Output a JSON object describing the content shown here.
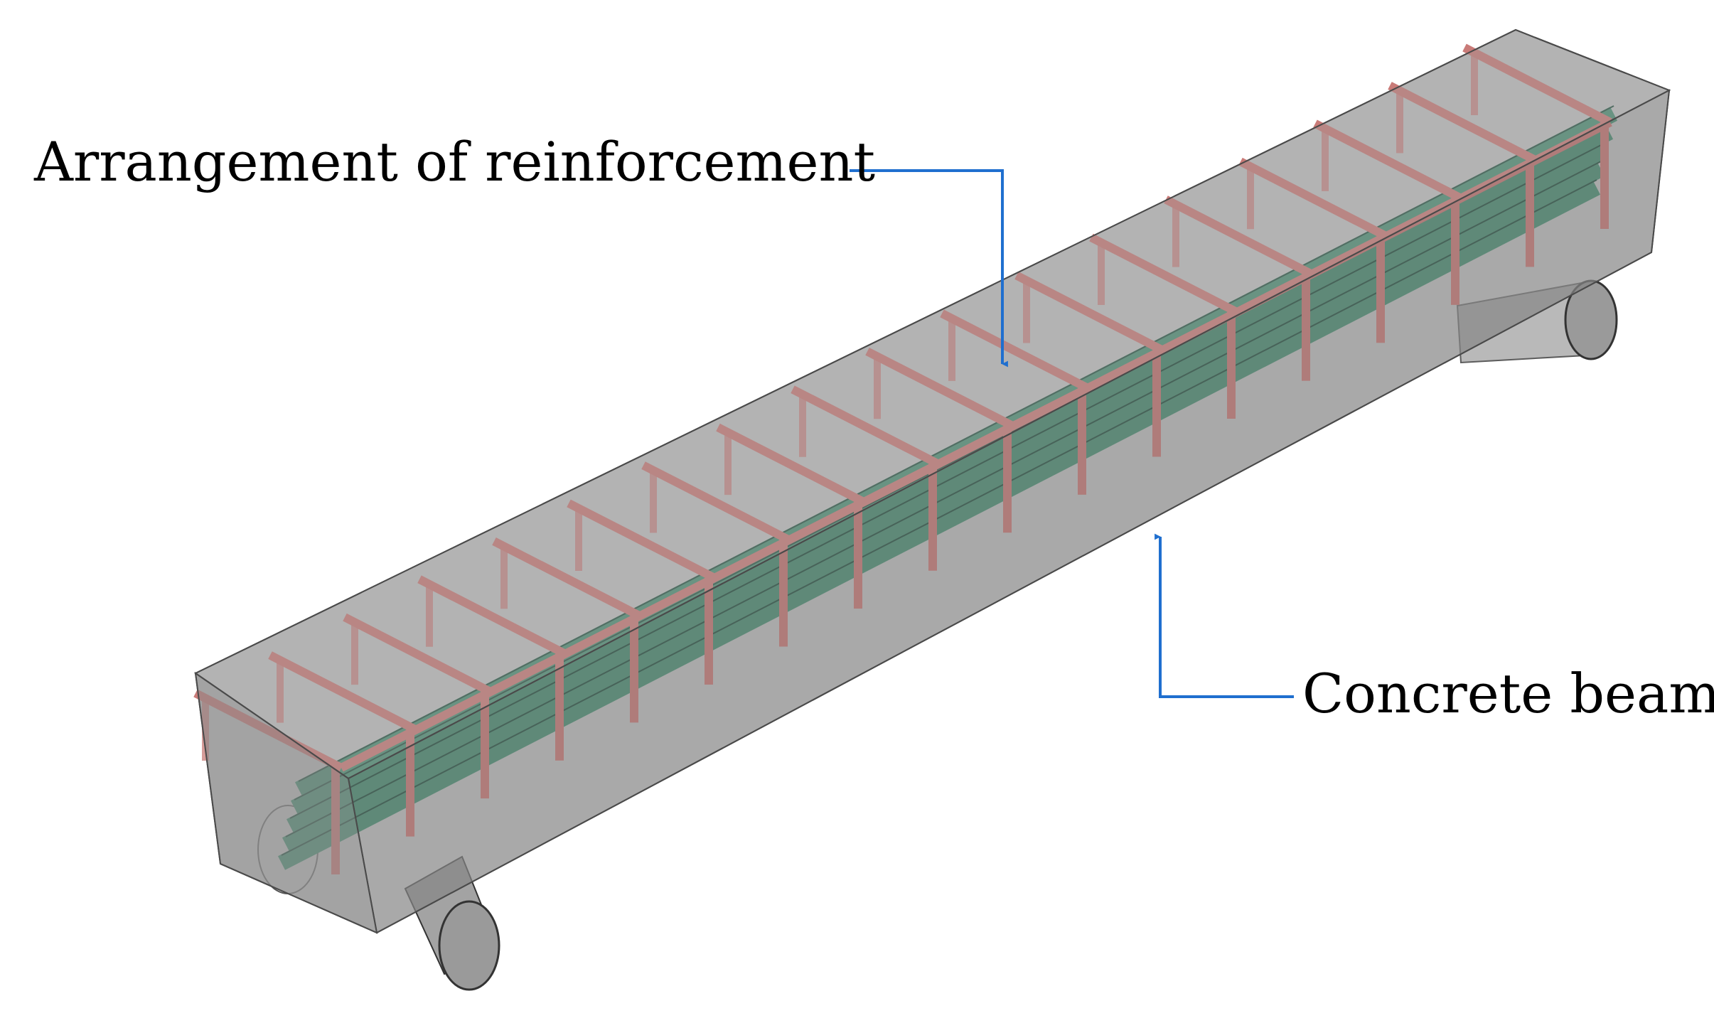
{
  "labels": {
    "reinforcement": "Arrangement of reinforcement",
    "beam": "Concrete beam"
  },
  "colors": {
    "concrete_fill": "#8e8e8e",
    "concrete_edge": "#4a4a4a",
    "stirrup": "#c97b78",
    "stirrup_edge": "#7a3b38",
    "rebar": "#4f9076",
    "rebar_edge": "#2c5546",
    "support": "#9a9a9a",
    "callout_line": "#1f6fcf"
  },
  "icons": {
    "support_shape": "cylinder"
  }
}
